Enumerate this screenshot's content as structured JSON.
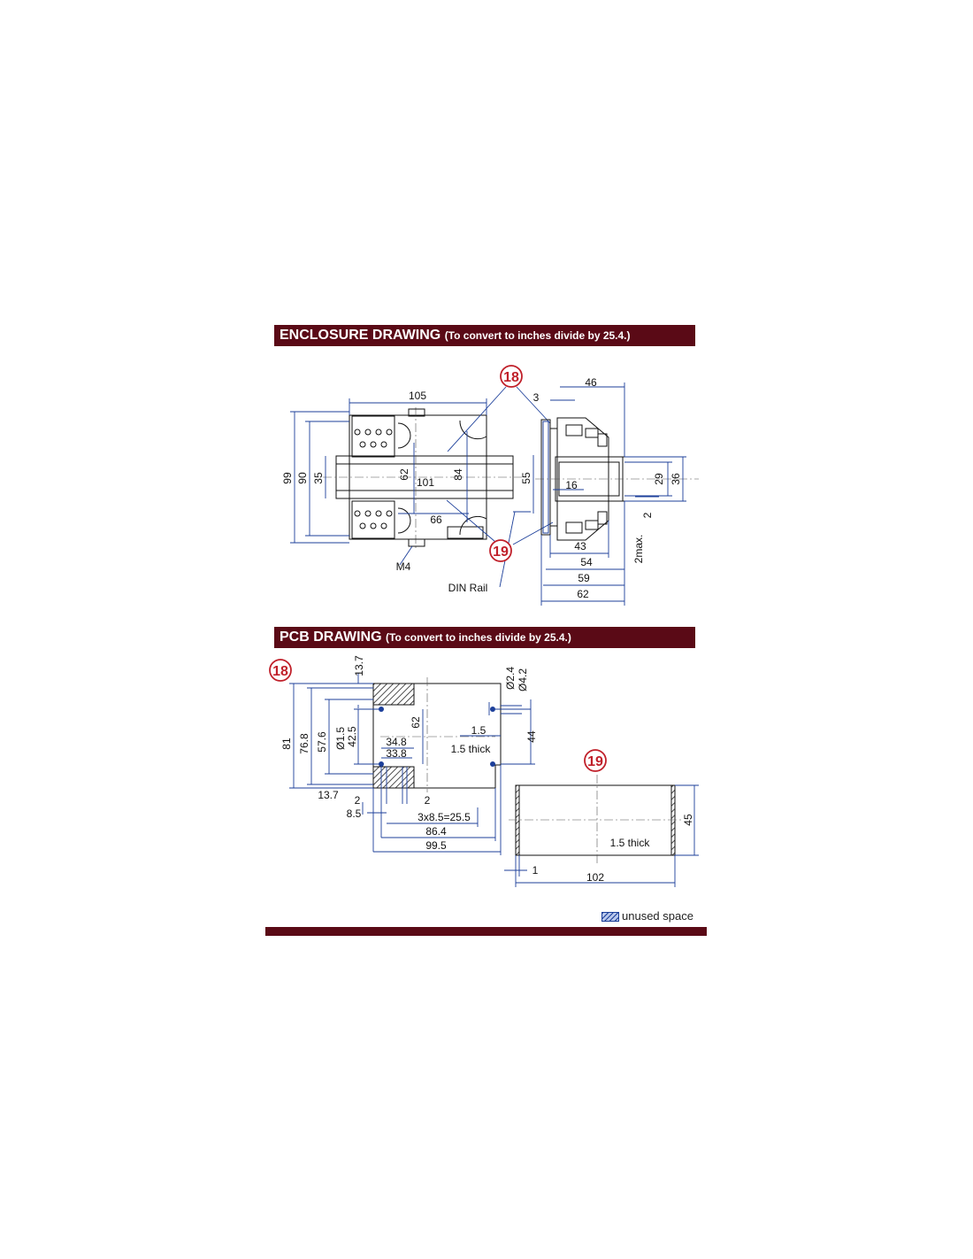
{
  "enclosure": {
    "title": "ENCLOSURE DRAWING",
    "note": "(To convert to inches divide by 25.4.)",
    "callout_18": "18",
    "callout_19": "19",
    "dims": {
      "d105": "105",
      "d99": "99",
      "d90": "90",
      "d35": "35",
      "d62": "62",
      "d101": "101",
      "d84": "84",
      "d66": "66",
      "m4": "M4",
      "din_rail": "DIN Rail",
      "d46": "46",
      "d3": "3",
      "d55": "55",
      "d16": "16",
      "d29": "29",
      "d36": "36",
      "d2": "2",
      "d43": "43",
      "d54": "54",
      "d59": "59",
      "d62b": "62",
      "d2max": "2max."
    }
  },
  "pcb": {
    "title": "PCB DRAWING",
    "note": "(To convert to inches divide by 25.4.)",
    "callout_18": "18",
    "callout_19": "19",
    "dims": {
      "d13_7_top": "13.7",
      "d81": "81",
      "d76_8": "76.8",
      "d57_6": "57.6",
      "d1_5_dia": "Ø1.5",
      "d42_5": "42.5",
      "d34_8": "34.8",
      "d33_8": "33.8",
      "d62": "62",
      "d2_4": "Ø2.4",
      "d4_2": "Ø4.2",
      "d1_5": "1.5",
      "thick_a": "1.5 thick",
      "d44": "44",
      "d13_7": "13.7",
      "d2a": "2",
      "d2b": "2",
      "d8_5": "8.5",
      "d3x8_5": "3x8.5=25.5",
      "d86_4": "86.4",
      "d99_5": "99.5",
      "d45": "45",
      "thick_b": "1.5 thick",
      "d1": "1",
      "d102": "102"
    }
  },
  "legend": {
    "label": "unused space"
  },
  "colors": {
    "banner": "#5a0a16",
    "dimension": "#1c3f9a",
    "callout": "#c0202a"
  }
}
